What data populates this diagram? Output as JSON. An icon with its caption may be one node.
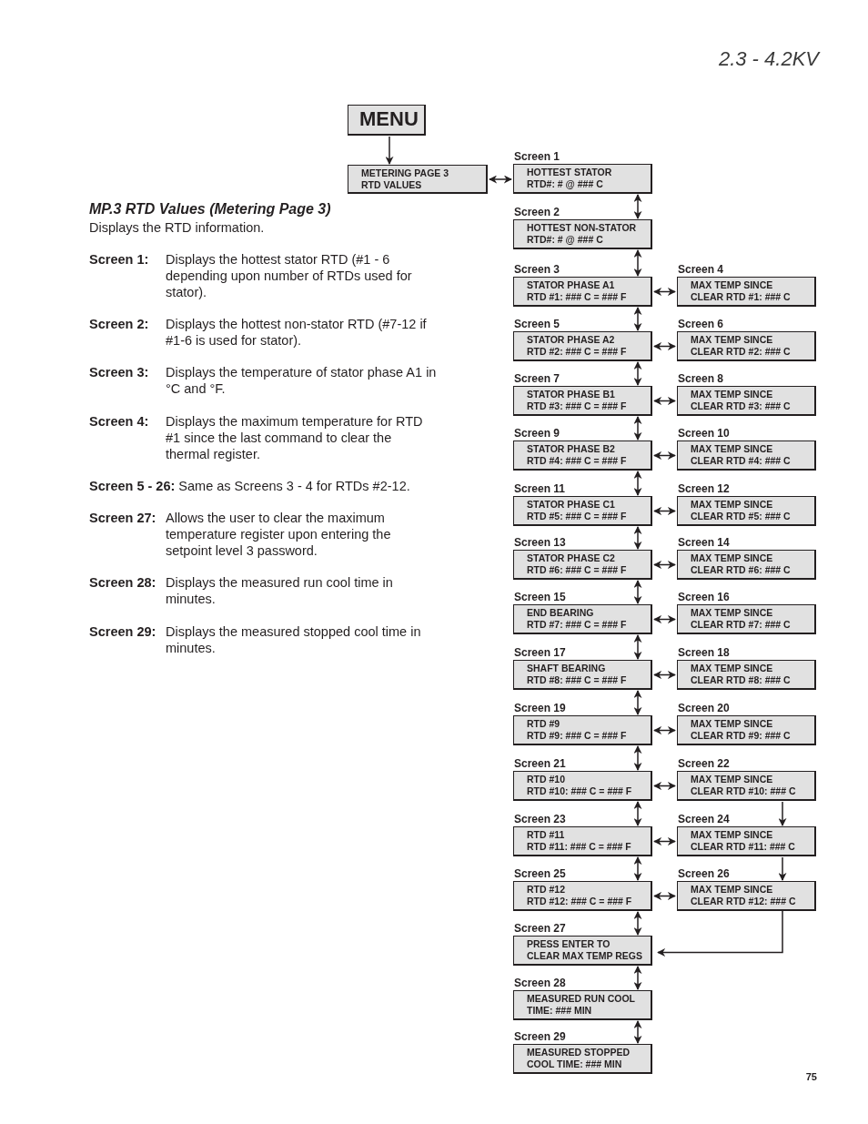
{
  "diagram": {
    "nodes": [
      {
        "text": [
          "MENU"
        ]
      },
      {
        "text": [
          "METERING PAGE 3",
          "RTD VALUES"
        ]
      },
      {
        "text": [
          "Screen 1",
          "HOTTEST STATOR",
          "RTD#: # @ ### C"
        ]
      },
      {
        "text": [
          "Screen 2",
          "HOTTEST NON-STATOR",
          "RTD#: # @ ### C"
        ]
      },
      {
        "text": [
          "Screen 3",
          "STATOR PHASE A1",
          "RTD #1: ### C = ### F"
        ]
      },
      {
        "text": [
          "Screen 4",
          "MAX TEMP SINCE",
          "CLEAR RTD #1: ### C"
        ]
      },
      {
        "text": [
          "Screen 5",
          "STATOR PHASE A2",
          "RTD #2: ### C = ### F"
        ]
      },
      {
        "text": [
          "Screen 6",
          "MAX TEMP SINCE",
          "CLEAR RTD #2: ### C"
        ]
      },
      {
        "text": [
          "Screen 7",
          "STATOR PHASE B1",
          "RTD #3: ### C = ### F"
        ]
      },
      {
        "text": [
          "Screen 8",
          "MAX TEMP SINCE",
          "CLEAR RTD #3: ### C"
        ]
      },
      {
        "text": [
          "Screen 9",
          "STATOR PHASE B2",
          "RTD #4: ### C = ### F"
        ]
      },
      {
        "text": [
          "Screen 10",
          "MAX TEMP SINCE",
          "CLEAR RTD #4: ### C"
        ]
      },
      {
        "text": [
          "Screen 11",
          "STATOR PHASE C1",
          "RTD #5: ### C = ### F"
        ]
      },
      {
        "text": [
          "Screen 12",
          "MAX TEMP SINCE",
          "CLEAR RTD #5: ### C"
        ]
      },
      {
        "text": [
          "Screen 13",
          "STATOR PHASE C2",
          "RTD #6: ### C = ### F"
        ]
      },
      {
        "text": [
          "Screen 14",
          "MAX TEMP SINCE",
          "CLEAR RTD #6: ### C"
        ]
      },
      {
        "text": [
          "Screen 15",
          "END BEARING",
          "RTD #7: ### C = ### F"
        ]
      },
      {
        "text": [
          "Screen 16",
          "MAX TEMP SINCE",
          "CLEAR RTD #7: ### C"
        ]
      },
      {
        "text": [
          "Screen 17",
          "SHAFT BEARING",
          "RTD #8: ### C = ### F"
        ]
      },
      {
        "text": [
          "Screen 18",
          "MAX TEMP SINCE",
          "CLEAR RTD #8: ### C"
        ]
      },
      {
        "text": [
          "Screen 19",
          "RTD #9",
          "RTD #9: ### C = ### F"
        ]
      },
      {
        "text": [
          "Screen 20",
          "MAX TEMP SINCE",
          "CLEAR RTD #9: ### C"
        ]
      },
      {
        "text": [
          "Screen 21",
          "RTD #10",
          "RTD #10: ### C = ### F"
        ]
      },
      {
        "text": [
          "Screen 22",
          "MAX TEMP SINCE",
          "CLEAR RTD #10: ### C"
        ]
      },
      {
        "text": [
          "Screen 23",
          "RTD #11",
          "RTD #11: ### C = ### F"
        ]
      },
      {
        "text": [
          "Screen 24",
          "MAX TEMP SINCE",
          "CLEAR RTD #11: ### C"
        ]
      },
      {
        "text": [
          "Screen 25",
          "RTD #12",
          "RTD #12: ### C = ### F"
        ]
      },
      {
        "text": [
          "Screen 26",
          "MAX TEMP SINCE",
          "CLEAR RTD #12: ### C"
        ]
      },
      {
        "text": [
          "Screen 27",
          "PRESS ENTER TO",
          "CLEAR MAX TEMP REGS"
        ]
      },
      {
        "text": [
          "Screen 28",
          "MEASURED RUN COOL",
          "TIME: ### MIN"
        ]
      },
      {
        "text": [
          "Screen 29",
          "MEASURED STOPPED",
          "COOL TIME: ### MIN"
        ]
      }
    ],
    "edges": [
      {
        "from": 0,
        "to": 1,
        "arrow": "to"
      },
      {
        "from": 1,
        "to": 2,
        "arrow": "both"
      },
      {
        "from": 2,
        "to": 3,
        "arrow": "both"
      },
      {
        "from": 3,
        "to": 4,
        "arrow": "both"
      },
      {
        "from": 4,
        "to": 6,
        "arrow": "both"
      },
      {
        "from": 6,
        "to": 8,
        "arrow": "both"
      },
      {
        "from": 8,
        "to": 10,
        "arrow": "both"
      },
      {
        "from": 10,
        "to": 12,
        "arrow": "both"
      },
      {
        "from": 12,
        "to": 14,
        "arrow": "both"
      },
      {
        "from": 14,
        "to": 16,
        "arrow": "both"
      },
      {
        "from": 16,
        "to": 18,
        "arrow": "both"
      },
      {
        "from": 18,
        "to": 20,
        "arrow": "both"
      },
      {
        "from": 20,
        "to": 22,
        "arrow": "both"
      },
      {
        "from": 22,
        "to": 24,
        "arrow": "both"
      },
      {
        "from": 24,
        "to": 26,
        "arrow": "both"
      },
      {
        "from": 26,
        "to": 28,
        "arrow": "both"
      },
      {
        "from": 28,
        "to": 29,
        "arrow": "both"
      },
      {
        "from": 29,
        "to": 30,
        "arrow": "both"
      },
      {
        "from": 4,
        "to": 5,
        "arrow": "both"
      },
      {
        "from": 6,
        "to": 7,
        "arrow": "both"
      },
      {
        "from": 8,
        "to": 9,
        "arrow": "both"
      },
      {
        "from": 10,
        "to": 11,
        "arrow": "both"
      },
      {
        "from": 12,
        "to": 13,
        "arrow": "both"
      },
      {
        "from": 14,
        "to": 15,
        "arrow": "both"
      },
      {
        "from": 16,
        "to": 17,
        "arrow": "both"
      },
      {
        "from": 18,
        "to": 19,
        "arrow": "both"
      },
      {
        "from": 20,
        "to": 21,
        "arrow": "both"
      },
      {
        "from": 22,
        "to": 23,
        "arrow": "both"
      },
      {
        "from": 24,
        "to": 25,
        "arrow": "both"
      },
      {
        "from": 26,
        "to": 27,
        "arrow": "both"
      },
      {
        "from": 23,
        "to": 25,
        "arrow": "to"
      },
      {
        "from": 25,
        "to": 27,
        "arrow": "to"
      },
      {
        "from": 27,
        "to": 28,
        "arrow": "to"
      }
    ],
    "labels": [
      "2.3 - 4.2KV",
      "MP.3 RTD Values (Metering Page 3)",
      "Displays the RTD information.",
      "Screen 1:",
      "Displays the hottest stator RTD (#1 - 6 depending upon number of RTDs used for stator).",
      "Screen 2:",
      "Displays the hottest non-stator RTD (#7-12 if #1-6 is used for stator).",
      "Screen 3:",
      "Displays the temperature of stator phase A1 in °C and °F.",
      "Screen 4:",
      "Displays the maximum temperature for RTD #1 since the last command to clear the thermal register.",
      "**Screen 5 - 26:** Same as Screens 3 - 4 for RTDs #2-12.",
      "Screen 27:",
      "Allows the user to clear the maximum temperature register upon entering the setpoint level 3 password.",
      "Screen 28:",
      "Displays the measured run cool time in minutes.",
      "Screen 29:",
      "Displays the measured stopped cool time in minutes.",
      "75"
    ]
  }
}
